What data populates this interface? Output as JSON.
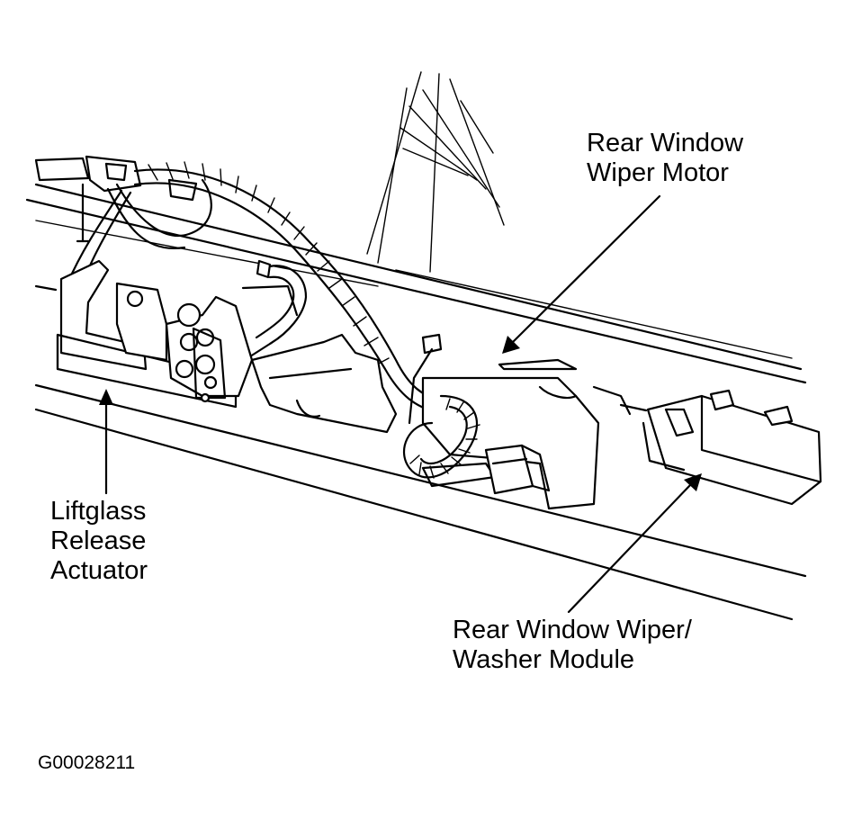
{
  "labels": {
    "wiper_motor": [
      "Rear Window",
      "Wiper Motor"
    ],
    "liftglass_actuator": [
      "Liftglass",
      "Release",
      "Actuator"
    ],
    "wiper_washer_module": [
      "Rear Window Wiper/",
      "Washer Module"
    ]
  },
  "figure_code": "G00028211",
  "colors": {
    "line": "#000000",
    "background": "#ffffff"
  }
}
